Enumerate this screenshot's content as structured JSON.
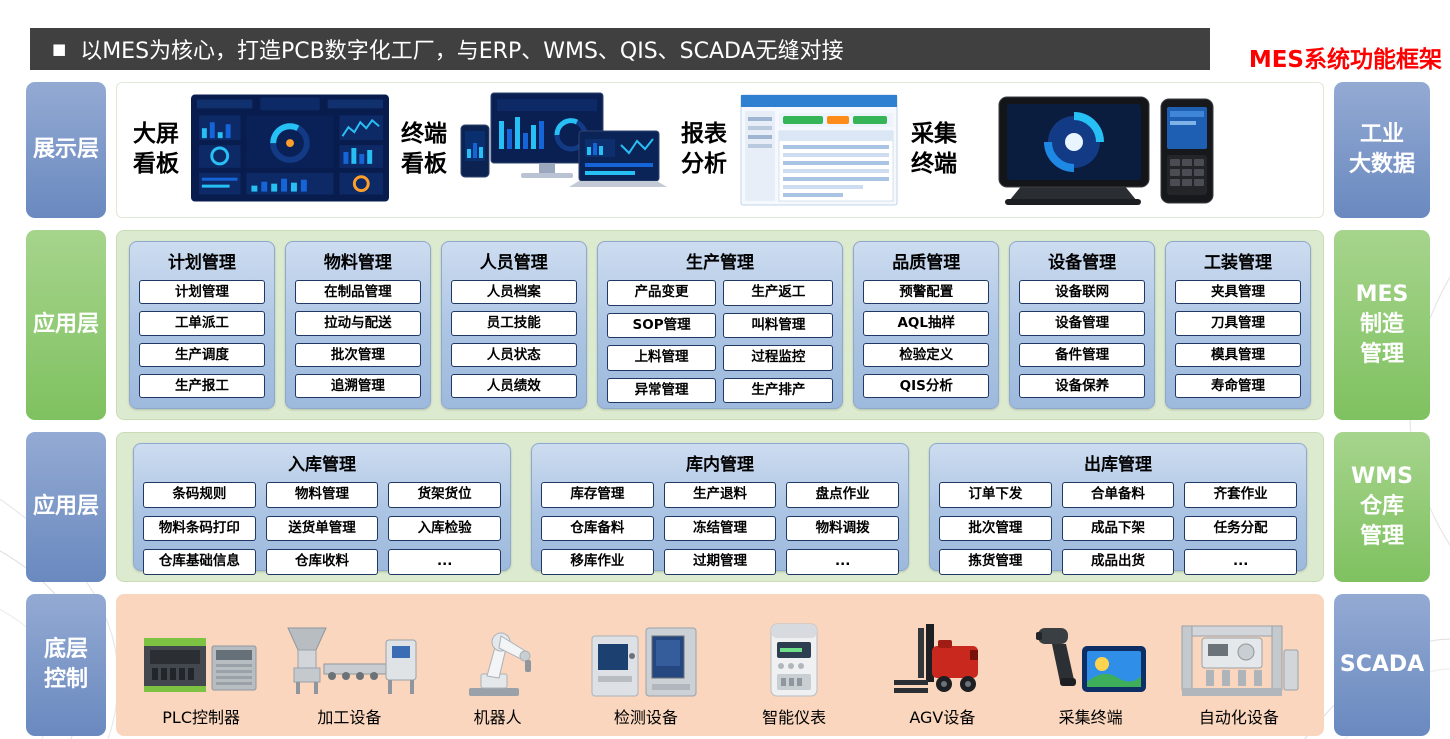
{
  "page_title": "MES系统功能框架",
  "header": {
    "bullet": "■",
    "text": "以MES为核心，打造PCB数字化工厂，与ERP、WMS、QIS、SCADA无缝对接"
  },
  "display_layer": {
    "label": "展示层",
    "right_label": "工业\n大数据",
    "items": [
      {
        "label": "大屏\n看板",
        "image": "big-screen-dashboard-image"
      },
      {
        "label": "终端\n看板",
        "image": "terminal-dashboard-image"
      },
      {
        "label": "报表\n分析",
        "image": "report-analysis-image"
      },
      {
        "label": "采集\n终端",
        "image": "collection-terminal-image"
      }
    ]
  },
  "mes_layer": {
    "label": "应用层",
    "right_label": "MES\n制造\n管理",
    "groups": [
      {
        "title": "计划管理",
        "items": [
          "计划管理",
          "工单派工",
          "生产调度",
          "生产报工"
        ]
      },
      {
        "title": "物料管理",
        "items": [
          "在制品管理",
          "拉动与配送",
          "批次管理",
          "追溯管理"
        ]
      },
      {
        "title": "人员管理",
        "items": [
          "人员档案",
          "员工技能",
          "人员状态",
          "人员绩效"
        ]
      },
      {
        "title": "生产管理",
        "items": [
          "产品变更",
          "生产返工",
          "SOP管理",
          "叫料管理",
          "上料管理",
          "过程监控",
          "异常管理",
          "生产排产"
        ]
      },
      {
        "title": "品质管理",
        "items": [
          "预警配置",
          "AQL抽样",
          "检验定义",
          "QIS分析"
        ]
      },
      {
        "title": "设备管理",
        "items": [
          "设备联网",
          "设备管理",
          "备件管理",
          "设备保养"
        ]
      },
      {
        "title": "工装管理",
        "items": [
          "夹具管理",
          "刀具管理",
          "模具管理",
          "寿命管理"
        ]
      }
    ]
  },
  "wms_layer": {
    "label": "应用层",
    "right_label": "WMS\n仓库\n管理",
    "groups": [
      {
        "title": "入库管理",
        "items": [
          "条码规则",
          "物料管理",
          "货架货位",
          "物料条码打印",
          "送货单管理",
          "入库检验",
          "仓库基础信息",
          "仓库收料",
          "..."
        ]
      },
      {
        "title": "库内管理",
        "items": [
          "库存管理",
          "生产退料",
          "盘点作业",
          "仓库备料",
          "冻结管理",
          "物料调拨",
          "移库作业",
          "过期管理",
          "..."
        ]
      },
      {
        "title": "出库管理",
        "items": [
          "订单下发",
          "合单备料",
          "齐套作业",
          "批次管理",
          "成品下架",
          "任务分配",
          "拣货管理",
          "成品出货",
          "..."
        ]
      }
    ]
  },
  "control_layer": {
    "label": "底层\n控制",
    "right_label": "SCADA",
    "devices": [
      {
        "label": "PLC控制器",
        "image": "plc-controller-image"
      },
      {
        "label": "加工设备",
        "image": "processing-equipment-image"
      },
      {
        "label": "机器人",
        "image": "robot-image"
      },
      {
        "label": "检测设备",
        "image": "testing-equipment-image"
      },
      {
        "label": "智能仪表",
        "image": "smart-meter-image"
      },
      {
        "label": "AGV设备",
        "image": "agv-image"
      },
      {
        "label": "采集终端",
        "image": "scanner-terminal-image"
      },
      {
        "label": "自动化设备",
        "image": "automation-equipment-image"
      }
    ]
  },
  "colors": {
    "title_red": "#FF0000",
    "header_bar": "#404040",
    "blue_label": "#7A94C6",
    "green_label": "#8FC97A",
    "layer_bg_green": "#DCEAD0",
    "panel_blue": "#ABC4E3",
    "box_border": "#1F3864",
    "control_bg": "#F9D6BD"
  }
}
